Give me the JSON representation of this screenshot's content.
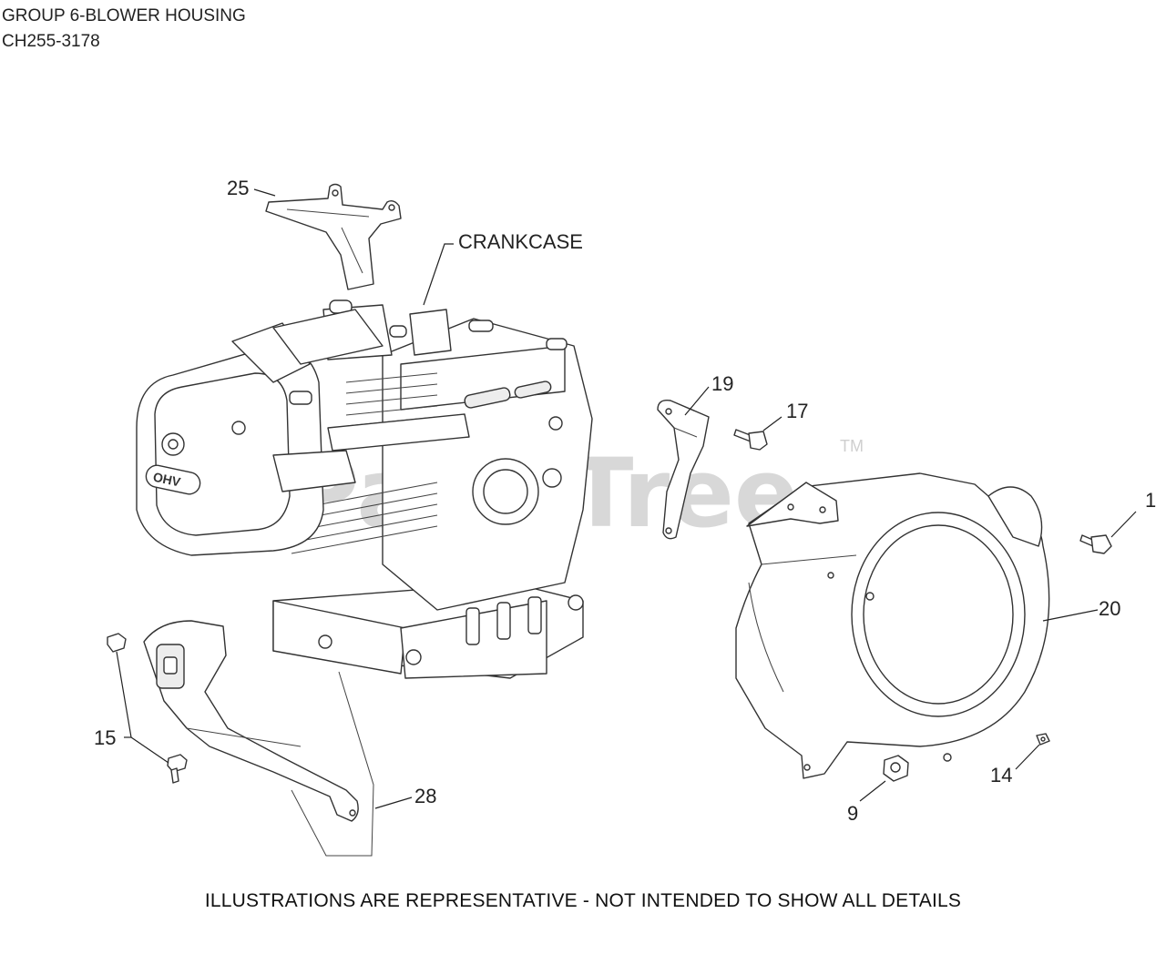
{
  "header": {
    "title": "GROUP 6-BLOWER HOUSING",
    "model": "CH255-3178"
  },
  "watermark": {
    "text": "PartsTree",
    "trademark": "TM"
  },
  "footer": {
    "note": "ILLUSTRATIONS ARE REPRESENTATIVE - NOT INTENDED TO SHOW ALL DETAILS"
  },
  "callouts": {
    "p1": "1",
    "p9": "9",
    "p14": "14",
    "p15": "15",
    "p17": "17",
    "p19": "19",
    "p20": "20",
    "p25": "25",
    "p28": "28",
    "crankcase": "CRANKCASE"
  }
}
